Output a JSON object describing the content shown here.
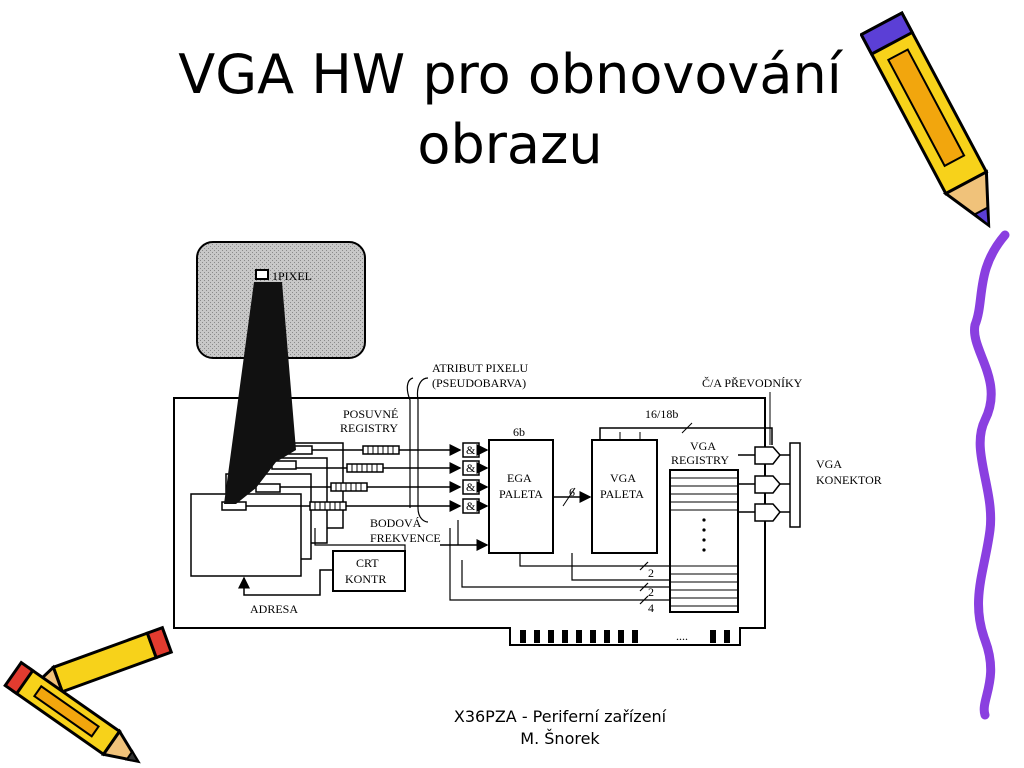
{
  "slide": {
    "title_line1": "VGA HW pro obnovování",
    "title_line2": "obrazu",
    "footer_line1": "X36PZA - Periferní zařízení",
    "footer_line2": "M. Šnorek"
  },
  "diagram": {
    "pixel_label": "1PIXEL",
    "attr_label_1": "ATRIBUT PIXELU",
    "attr_label_2": "(PSEUDOBARVA)",
    "shift_label_1": "POSUVNÉ",
    "shift_label_2": "REGISTRY",
    "width_6b": "6b",
    "width_16_18b": "16/18b",
    "dac_label": "Č/A PŘEVODNÍKY",
    "ega_1": "EGA",
    "ega_2": "PALETA",
    "vga_pal_1": "VGA",
    "vga_pal_2": "PALETA",
    "vga_reg_1": "VGA",
    "vga_reg_2": "REGISTRY",
    "conn_1": "VGA",
    "conn_2": "KONEKTOR",
    "bus_6": "6",
    "bod_1": "BODOVÁ",
    "bod_2": "FREKVENCE",
    "crt_1": "CRT",
    "crt_2": "KONTR",
    "adresa": "ADRESA",
    "bus_2a": "2",
    "bus_2b": "2",
    "bus_4": "4",
    "gate_symbol": "&",
    "dots": "....",
    "vdots": ":"
  }
}
